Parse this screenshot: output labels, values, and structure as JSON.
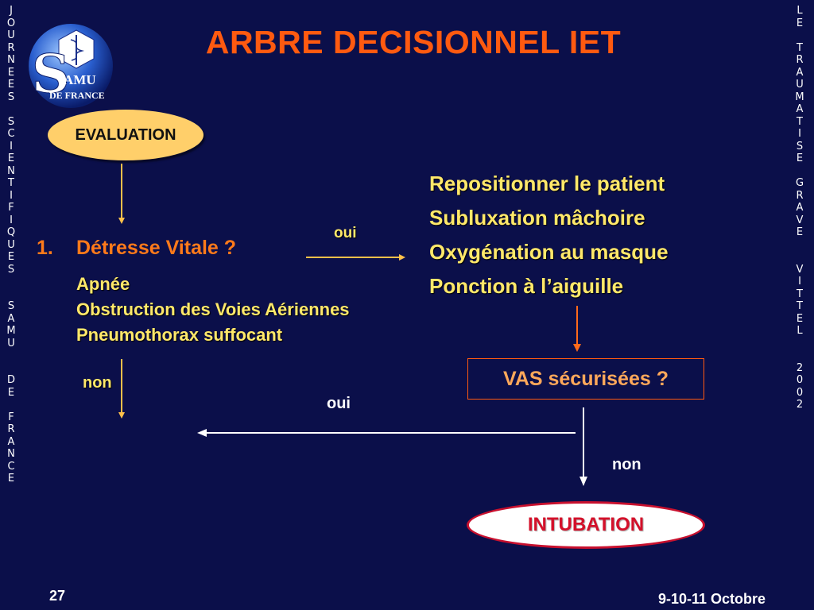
{
  "side_left": [
    "J",
    "O",
    "U",
    "R",
    "N",
    "E",
    "E",
    "S",
    "",
    "S",
    "C",
    "I",
    "E",
    "N",
    "T",
    "I",
    "F",
    "I",
    "Q",
    "U",
    "E",
    "S",
    "",
    "",
    "S",
    "A",
    "M",
    "U",
    "",
    "",
    "D",
    "E",
    "",
    "F",
    "R",
    "A",
    "N",
    "C",
    "E"
  ],
  "side_right": [
    "L",
    "E",
    "",
    "T",
    "R",
    "A",
    "U",
    "M",
    "A",
    "T",
    "I",
    "S",
    "E",
    "",
    "G",
    "R",
    "A",
    "V",
    "E",
    "",
    "",
    "V",
    "I",
    "T",
    "T",
    "E",
    "L",
    "",
    "",
    "2",
    "0",
    "0",
    "2"
  ],
  "logo": {
    "letter": "S",
    "line1": "AMU",
    "line2": "DE FRANCE"
  },
  "title": "ARBRE DECISIONNEL IET",
  "evaluation": "EVALUATION",
  "detresse": {
    "number": "1.",
    "label": "Détresse Vitale ?"
  },
  "causes": [
    "Apnée",
    "Obstruction des Voies Aériennes",
    "Pneumothorax suffocant"
  ],
  "oui_top": "oui",
  "actions": [
    "Repositionner le patient",
    "Subluxation mâchoire",
    "Oxygénation au masque",
    "Ponction à l’aiguille"
  ],
  "non_left": "non",
  "vas": "VAS sécurisées ?",
  "oui_mid": "oui",
  "non_right": "non",
  "intubation": "INTUBATION",
  "page_number": "27",
  "footer_date": "9-10-11 Octobre",
  "colors": {
    "background": "#0b0f4a",
    "title": "#ff5a10",
    "text_yellow": "#ffe86a",
    "arrow": "#ffc04a"
  }
}
